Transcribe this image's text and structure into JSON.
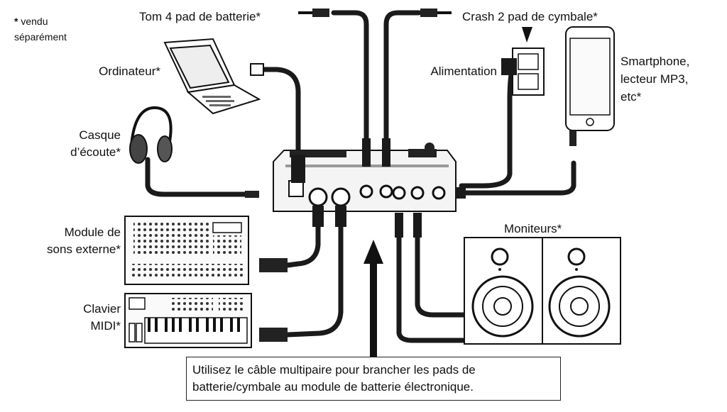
{
  "labels": {
    "note_star": "*",
    "note_line1": "vendu",
    "note_line2": "séparément",
    "tom": "Tom 4 pad de batterie*",
    "crash": "Crash 2 pad de cymbale*",
    "computer": "Ordinateur*",
    "power": "Alimentation",
    "smartphone_l1": "Smartphone,",
    "smartphone_l2": "lecteur MP3,",
    "smartphone_l3": "etc*",
    "headphones_l1": "Casque",
    "headphones_l2": "d’écoute*",
    "sound_module_l1": "Module de",
    "sound_module_l2": "sons externe*",
    "monitors": "Moniteurs*",
    "keyboard_l1": "Clavier",
    "keyboard_l2": "MIDI*"
  },
  "callout": {
    "line1": "Utilisez le câble multipaire pour brancher les pads de",
    "line2": "batterie/cymbale au module de batterie électronique."
  },
  "colors": {
    "ink": "#111111",
    "cable": "#1a1a1a",
    "device_fill": "#f4f4f4",
    "warning": "#111111"
  }
}
